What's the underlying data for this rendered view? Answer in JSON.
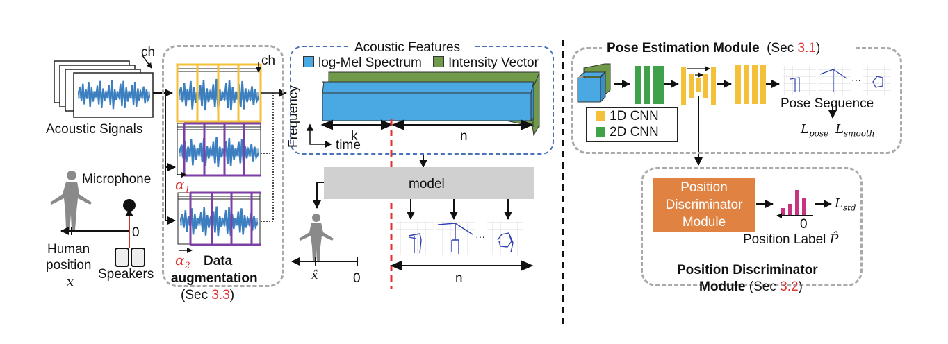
{
  "left": {
    "acoustic_signals_label": "Acoustic Signals",
    "ch_label": "ch",
    "ch_label_2": "ch",
    "microphone_label": "Microphone",
    "human_position_label_1": "Human",
    "human_position_label_2": "position",
    "human_position_symbol": "x",
    "origin_label": "0",
    "speakers_label": "Speakers"
  },
  "augmentation": {
    "title_line1": "Data",
    "title_line2": "augmentation",
    "sec_prefix": "(Sec ",
    "sec_num": "3.3",
    "sec_suffix": ")",
    "alpha1": "α",
    "alpha1_sub": "1",
    "alpha2": "α",
    "alpha2_sub": "2"
  },
  "features": {
    "title": "Acoustic Features",
    "legend_logmel": "log-Mel Spectrum",
    "legend_intensity": "Intensity Vector",
    "axis_y": "Frequency",
    "axis_x": "time",
    "k_label": "k",
    "n_label": "n"
  },
  "inference": {
    "model_label": "model",
    "xhat_label": "x̂",
    "zero_label": "0",
    "n_label": "n",
    "ellipsis": "···"
  },
  "pose_module": {
    "title": "Pose Estimation Module",
    "sec_prefix": "(Sec ",
    "sec_num": "3.1",
    "sec_suffix": ")",
    "legend_1d": "1D CNN",
    "legend_2d": "2D CNN",
    "pose_sequence_label": "Pose Sequence",
    "loss_pose": "L",
    "loss_pose_sub": "pose",
    "loss_smooth": "L",
    "loss_smooth_sub": "smooth",
    "ellipsis": "···"
  },
  "discriminator": {
    "box_line1": "Position",
    "box_line2": "Discriminator",
    "box_line3": "Module",
    "loss_std": "L",
    "loss_std_sub": "std",
    "zero_label": "0",
    "position_label": "Position Label ",
    "position_symbol": "P̂",
    "title_line1": "Position Discriminator",
    "title_line2_bold": "Module",
    "sec_prefix": " (Sec ",
    "sec_num": "3.2",
    "sec_suffix": ")"
  },
  "colors": {
    "logmel_blue": "#4aa8e2",
    "intensity_green": "#6f9a4a",
    "cnn1d_yellow": "#f4c03a",
    "cnn2d_green": "#3fa14a",
    "augment_yellow": "#f4c03a",
    "augment_purple": "#7b3fa6",
    "discriminator_orange": "#e08241",
    "histogram_magenta": "#c8327e",
    "section_red": "#e03030"
  }
}
